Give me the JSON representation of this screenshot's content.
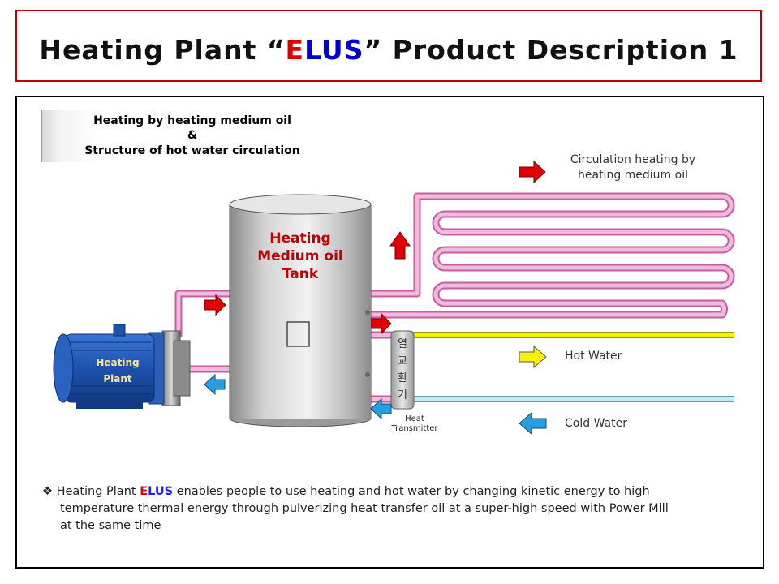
{
  "title": {
    "prefix": "Heating Plant  “",
    "brand_e": "E",
    "brand_rest": "LUS",
    "suffix": "”  Product Description 1"
  },
  "caption": {
    "line1": "Heating by heating medium oil",
    "line2": "&",
    "line3": "Structure of hot water circulation"
  },
  "tank_label": [
    "Heating",
    "Medium oil",
    "Tank"
  ],
  "motor_label": [
    "Heating",
    "Plant"
  ],
  "exchanger_chars": [
    "열",
    "교",
    "환",
    "기"
  ],
  "heat_transmitter_label": [
    "Heat",
    "Transmitter"
  ],
  "circulation_label": [
    "Circulation heating  by",
    "heating medium oil"
  ],
  "hot_water_label": "Hot Water",
  "cold_water_label": "Cold Water",
  "note": {
    "bullet": "❖",
    "text1": " Heating Plant ",
    "brand_e": "E",
    "brand_rest": "LUS",
    "text2": " enables people to use heating and hot water by changing kinetic energy to high",
    "line2": "temperature thermal energy through pulverizing heat transfer oil at a super-high speed with Power Mill",
    "line3": "at the same time"
  },
  "colors": {
    "title_border": "#c00000",
    "brand_red": "#e00000",
    "brand_blue": "#0000c8",
    "oil_pipe": "#f0a8d8",
    "hot_pipe": "#e8e800",
    "cold_pipe": "#b8e4f0",
    "arrow_red": "#e00000",
    "arrow_blue": "#2a9fe0",
    "arrow_yellow": "#f4f400",
    "tank_label": "#c00000",
    "motor_body": "#1f56b0"
  }
}
